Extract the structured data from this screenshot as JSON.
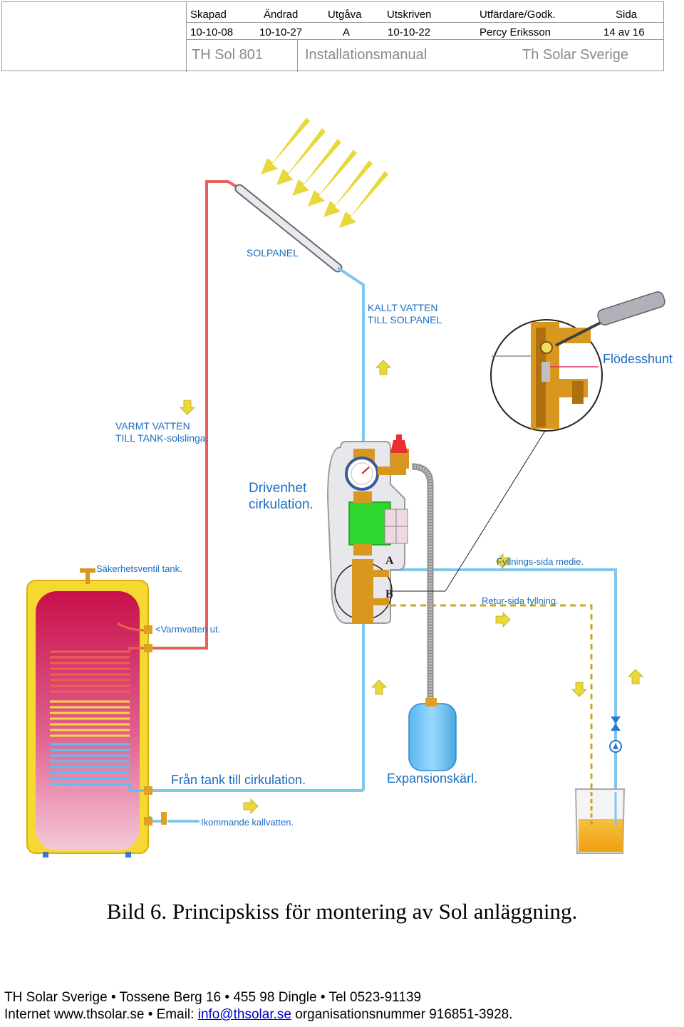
{
  "header": {
    "col_labels": [
      "Skapad",
      "Ändrad",
      "Utgåva",
      "Utskriven",
      "Utfärdare/Godk.",
      "Sida"
    ],
    "col_values": [
      "10-10-08",
      "10-10-27",
      "A",
      "10-10-22",
      "Percy Eriksson",
      "14 av 16"
    ],
    "doc_id": "TH Sol 801",
    "doc_title": "Installationsmanual",
    "company": "Th Solar Sverige"
  },
  "diagram": {
    "solpanel": "SOLPANEL",
    "kallt_1": "KALLT VATTEN",
    "kallt_2": "TILL SOLPANEL",
    "flodesshunt": "Flödesshunt",
    "varmt_1": "VARMT VATTEN",
    "varmt_2": "TILL TANK-solslinga.",
    "drivenhet_1": "Drivenhet",
    "drivenhet_2": "cirkulation.",
    "sakerhetsventil": "Säkerhetsventil tank.",
    "fyllnings": "Fyllnings-sida medie.",
    "retur": "Retur-sida fyllning.",
    "varmvatten_ut": "<Varmvatten ut.",
    "fran_tank": "Från tank till cirkulation.",
    "expansion": "Expansionskärl.",
    "ikommande": "Ikommande kallvatten.",
    "marker_a": "A",
    "marker_b": "B",
    "colors": {
      "hot_pipe": "#e8605a",
      "cold_pipe": "#7ec8ec",
      "label_blue": "#1a6ec0",
      "arrow_yellow": "#e9d83a",
      "tank_yellow": "#f5d830",
      "tank_red": "#d01850",
      "pump_green": "#30d630",
      "brass": "#d89820"
    }
  },
  "caption": "Bild 6. Principskiss för montering av Sol  anläggning.",
  "footer": {
    "line1": "TH Solar Sverige • Tossene Berg 16 • 455 98 Dingle • Tel 0523-91139",
    "line2_prefix": "Internet  www.thsolar.se • Email: ",
    "email": "info@thsolar.se",
    "line2_suffix": " organisationsnummer 916851-3928."
  }
}
